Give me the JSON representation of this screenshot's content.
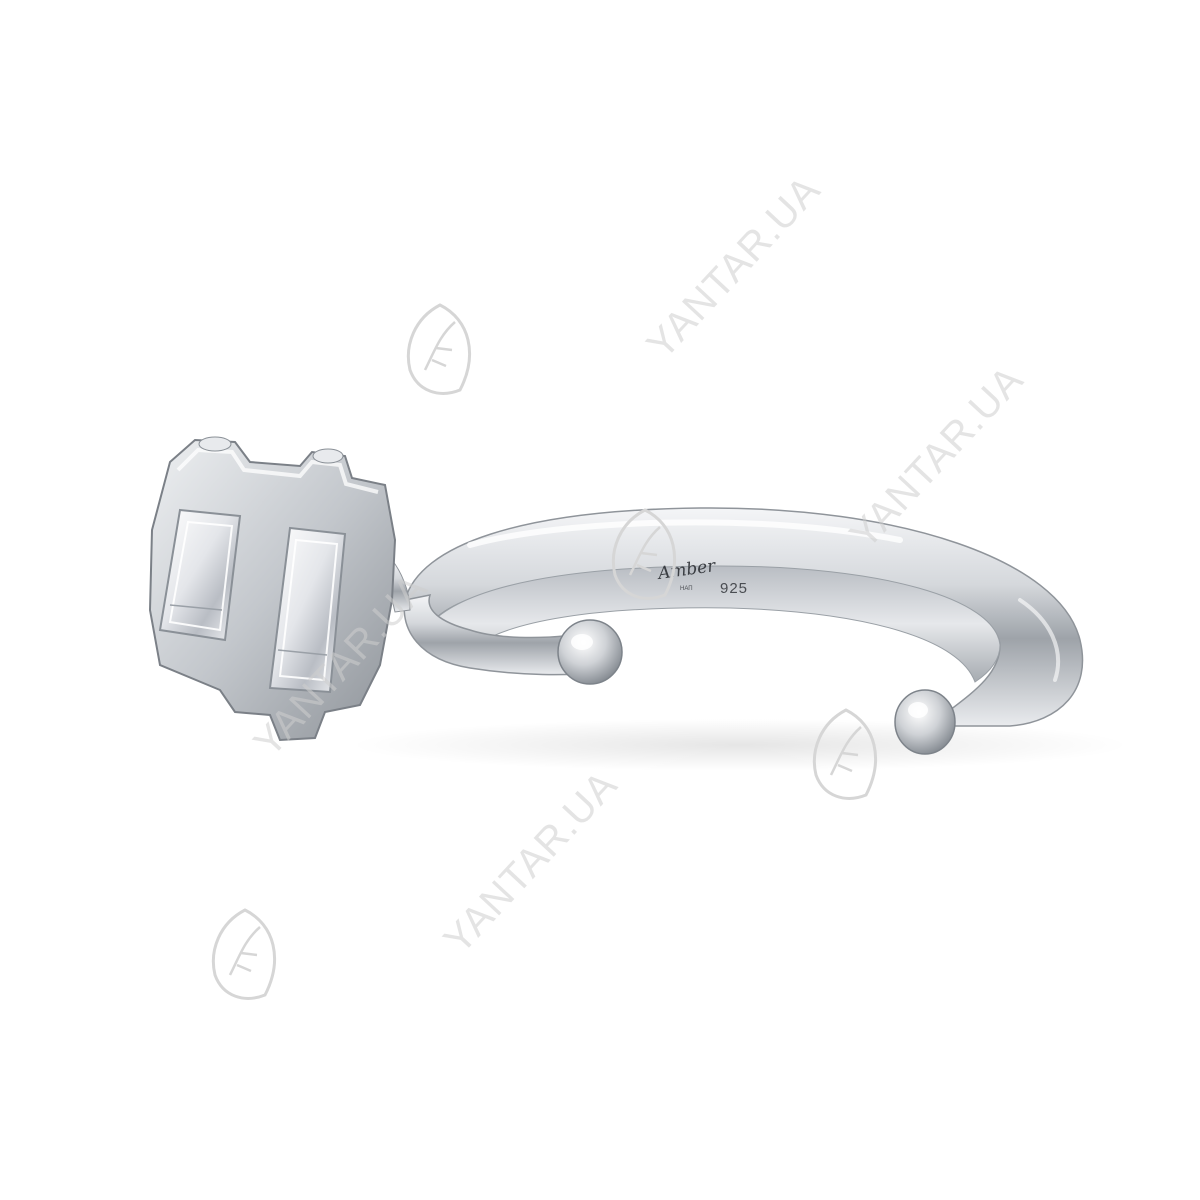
{
  "image": {
    "subject": "silver open ring with rectangular setting of two baguette stones",
    "background_color": "#ffffff",
    "metal_color": "#c9ccd1"
  },
  "hallmark": {
    "brand": "Amber",
    "maker_mark": "НАП",
    "purity": "925"
  },
  "watermark": {
    "text": "YANTAR.UA",
    "logo_icon": "amber-leaf-logo-icon",
    "color": "#cdcdcd"
  }
}
